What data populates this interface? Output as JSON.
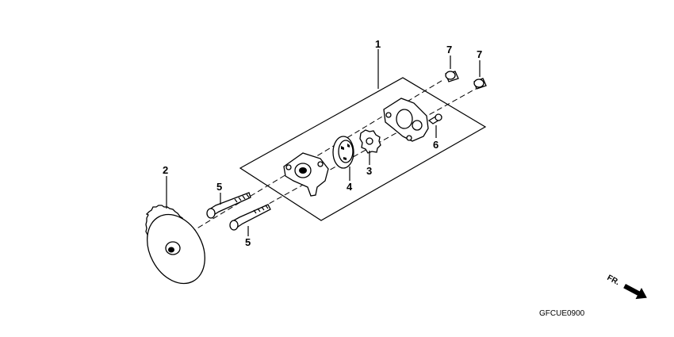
{
  "diagram": {
    "callouts": [
      {
        "id": "c1",
        "label": "1"
      },
      {
        "id": "c2",
        "label": "2"
      },
      {
        "id": "c3",
        "label": "3"
      },
      {
        "id": "c4",
        "label": "4"
      },
      {
        "id": "c5a",
        "label": "5"
      },
      {
        "id": "c5b",
        "label": "5"
      },
      {
        "id": "c6",
        "label": "6"
      },
      {
        "id": "c7a",
        "label": "7"
      },
      {
        "id": "c7b",
        "label": "7"
      }
    ],
    "figure_code": "GFCUE0900",
    "direction_label": "FR."
  }
}
